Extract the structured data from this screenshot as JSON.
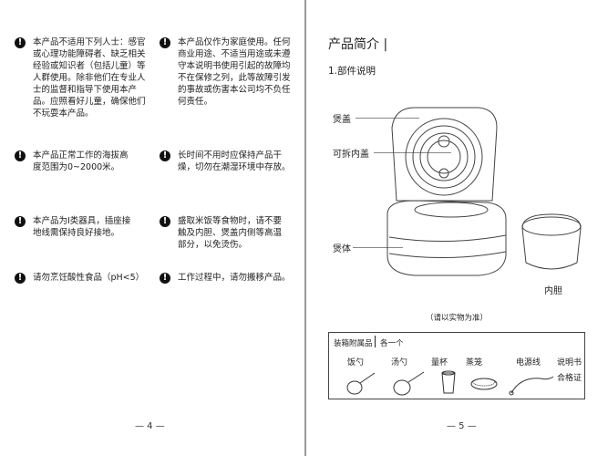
{
  "left_page": {
    "warnings": [
      {
        "icon": "exclamation-icon",
        "text": "本产品不适用下列人士：感官或心理功能障碍者、缺乏相关经验或知识者（包括儿童）等人群使用。除非他们在专业人士的监督和指导下使用本产品。应照看好儿童，确保他们不玩耍本产品。"
      },
      {
        "icon": "exclamation-icon",
        "text": "本产品仅作为家庭使用。任何商业用途、不适当用途或未遵守本说明书使用引起的故障均不在保修之列，此等故障引发的事故或伤害本公司均不负任何责任。"
      },
      {
        "icon": "exclamation-icon",
        "text": "本产品正常工作的海拔高度范围为0~2000米。"
      },
      {
        "icon": "exclamation-icon",
        "text": "长时间不用时应保持产品干燥，切勿在潮湿环境中存放。"
      },
      {
        "icon": "exclamation-icon",
        "text": "本产品为I类器具，插座接地线需保持良好接地。"
      },
      {
        "icon": "exclamation-icon",
        "text": "盛取米饭等食物时，请不要触及内胆、煲盖内侧等高温部分，以免烫伤。"
      },
      {
        "icon": "exclamation-icon",
        "text": "请勿烹饪酸性食品（pH<5）"
      },
      {
        "icon": "exclamation-icon",
        "text": "工作过程中，请勿搬移产品。"
      }
    ],
    "page_number": "— 4 —"
  },
  "right_page": {
    "title": "产品简介 |",
    "section": "1.部件说明",
    "labels": {
      "lid": "煲盖",
      "inner_lid": "可拆内盖",
      "body": "煲体",
      "inner_pot": "内胆"
    },
    "note": "（请以实物为准）",
    "accessories": {
      "heading": "装箱附属品",
      "qty": "各一个",
      "items": [
        "饭勺",
        "汤勺",
        "量杯",
        "蒸笼",
        "电源线"
      ],
      "docs": [
        "说明书",
        "合格证"
      ]
    },
    "page_number": "— 5 —"
  }
}
